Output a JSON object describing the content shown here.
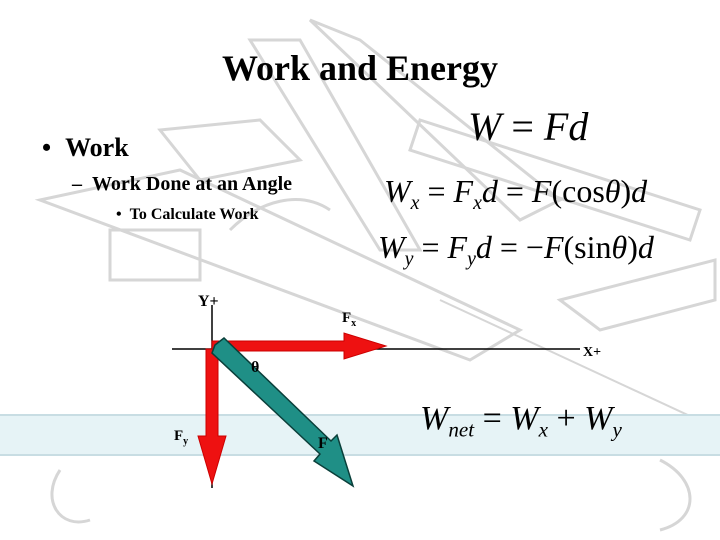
{
  "slide": {
    "title": "Work and Energy",
    "bullet_level1": "Work",
    "bullet_level2": "Work Done at an Angle",
    "bullet_level3": "To Calculate Work",
    "bullet_marker": "•",
    "dash_marker": "–"
  },
  "equations": {
    "work": {
      "lhs": "W",
      "eq": " = ",
      "f": "F",
      "d": "d"
    },
    "work_x": {
      "w": "W",
      "wsub": "x",
      "eq1": " = ",
      "f": "F",
      "fsub": "x",
      "d": "d",
      "eq2": " = ",
      "f2": "F",
      "cos": "(cos",
      "theta": "θ",
      "close": ")",
      "d2": "d"
    },
    "work_y": {
      "w": "W",
      "wsub": "y",
      "eq1": " = ",
      "f": "F",
      "fsub": "y",
      "d": "d",
      "eq2": " = −",
      "f2": "F",
      "sin": "(sin",
      "theta": "θ",
      "close": ")",
      "d2": "d"
    },
    "work_net": {
      "w": "W",
      "wsub": "net",
      "eq1": " = ",
      "wx": "W",
      "wxsub": "x",
      "plus": " + ",
      "wy": "W",
      "wysub": "y"
    }
  },
  "diagram": {
    "y_axis_label": "Y+",
    "x_axis_label": "X+",
    "fx_label": "F",
    "fx_sub": "x",
    "fy_label": "F",
    "fy_sub": "y",
    "f_label": "F",
    "theta_label": "θ",
    "colors": {
      "component_arrows": "#ee1111",
      "resultant_arrow": "#1f8f86",
      "resultant_outline": "#0a3f3a",
      "axes": "#000000",
      "background_sketch": "#dcdcdc"
    }
  }
}
